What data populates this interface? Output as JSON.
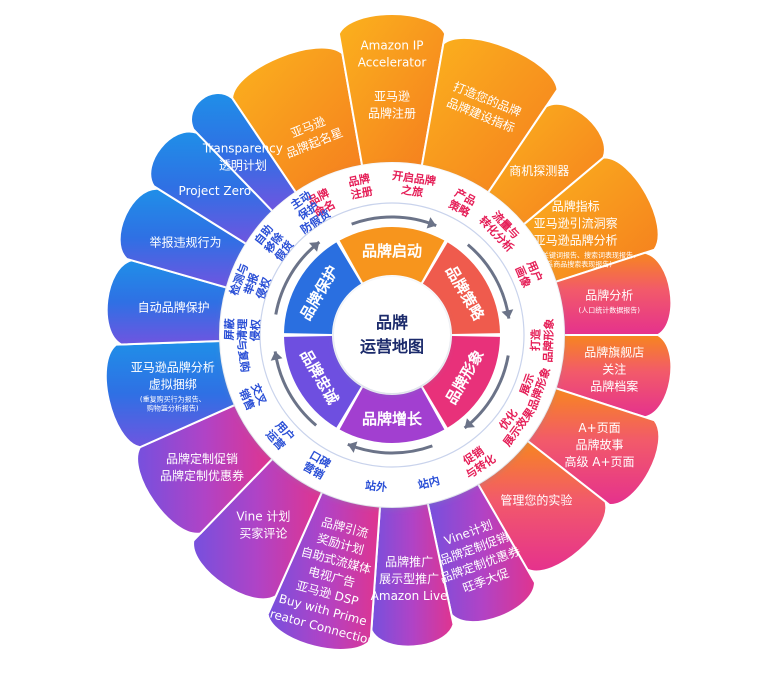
{
  "center": {
    "line1": "品牌",
    "line2": "运营地图"
  },
  "colors": {
    "start": "#f7951d",
    "strategy": "#ef5b4d",
    "image": "#e8317a",
    "growth": "#a23fd0",
    "loyalty": "#6e4fe0",
    "protect": "#2a6fe0",
    "mid_text_blue": "#2a4fd6",
    "mid_text_red": "#e51e57"
  },
  "phases": {
    "start": "品牌启动",
    "strategy": "品牌策略",
    "image": "品牌形象",
    "growth": "品牌增长",
    "loyalty": "品牌忠诚",
    "protect": "品牌保护"
  },
  "middle": [
    {
      "lines": [
        "品牌",
        "命名"
      ]
    },
    {
      "lines": [
        "品牌",
        "注册"
      ]
    },
    {
      "lines": [
        "开启品牌",
        "之旅"
      ]
    },
    {
      "lines": [
        "产品",
        "策略"
      ]
    },
    {
      "lines": [
        "流量与",
        "转化分析"
      ]
    },
    {
      "lines": [
        "用户",
        "画像"
      ]
    },
    {
      "lines": [
        "打造",
        "品牌形象"
      ]
    },
    {
      "lines": [
        "展示",
        "品牌形象"
      ]
    },
    {
      "lines": [
        "优化",
        "展示效果"
      ]
    },
    {
      "lines": [
        "促销",
        "与转化"
      ]
    },
    {
      "lines": [
        "站内"
      ]
    },
    {
      "lines": [
        "站外"
      ]
    },
    {
      "lines": [
        "口碑",
        "营销"
      ]
    },
    {
      "lines": [
        "用户",
        "运营"
      ]
    },
    {
      "lines": [
        "交叉",
        "销售"
      ]
    },
    {
      "lines": [
        "与复购"
      ]
    },
    {
      "lines": [
        "屏蔽",
        "清理",
        "侵权"
      ]
    },
    {
      "lines": [
        "检测与",
        "举报",
        "侵权"
      ]
    },
    {
      "lines": [
        "自助",
        "移除",
        "假货"
      ]
    },
    {
      "lines": [
        "主动",
        "保护",
        "防假货"
      ]
    }
  ],
  "outer": [
    {
      "lines": [
        "亚马逊",
        "品牌起名星"
      ]
    },
    {
      "lines": [
        "Amazon IP",
        "Accelerator",
        "",
        "亚马逊",
        "品牌注册"
      ]
    },
    {
      "lines": [
        "打造您的品牌",
        "品牌建设指标"
      ]
    },
    {
      "lines": [
        "商机探测器"
      ]
    },
    {
      "lines": [
        "品牌指标",
        "亚马逊引流洞察",
        "亚马逊品牌分析"
      ],
      "small": [
        "(热门搜索关键词报告、搜索词表现报告、",
        "全系商品搜索表现报告)"
      ]
    },
    {
      "lines": [
        "品牌分析"
      ],
      "small": [
        "(人口统计数据报告)"
      ]
    },
    {
      "lines": [
        "品牌旗舰店",
        "关注",
        "品牌档案"
      ]
    },
    {
      "lines": [
        "A+页面",
        "品牌故事",
        "高级 A+页面"
      ]
    },
    {
      "lines": [
        "管理您的实验"
      ]
    },
    {
      "lines": [
        "Vine计划",
        "品牌定制促销",
        "品牌定制优惠券",
        "旺季大促"
      ]
    },
    {
      "lines": [
        "品牌推广",
        "展示型推广",
        "Amazon Live"
      ]
    },
    {
      "lines": [
        "品牌引流",
        "奖励计划",
        "自助式流媒体",
        "电视广告",
        "亚马逊 DSP",
        "Buy with Prime",
        "Creator Connection"
      ]
    },
    {
      "lines": [
        "Vine 计划",
        "买家评论"
      ]
    },
    {
      "lines": [
        "品牌定制促销",
        "品牌定制优惠券"
      ]
    },
    {
      "lines": [
        "亚马逊品牌分析",
        "虚拟捆绑"
      ],
      "small": [
        "(重复购买行为报告、",
        "购物篮分析报告)"
      ]
    },
    {
      "lines": [
        "自动品牌保护"
      ]
    },
    {
      "lines": [
        "举报违规行为"
      ]
    },
    {
      "lines": [
        "Project Zero"
      ]
    },
    {
      "lines": [
        "Transparency",
        "透明计划"
      ]
    }
  ]
}
